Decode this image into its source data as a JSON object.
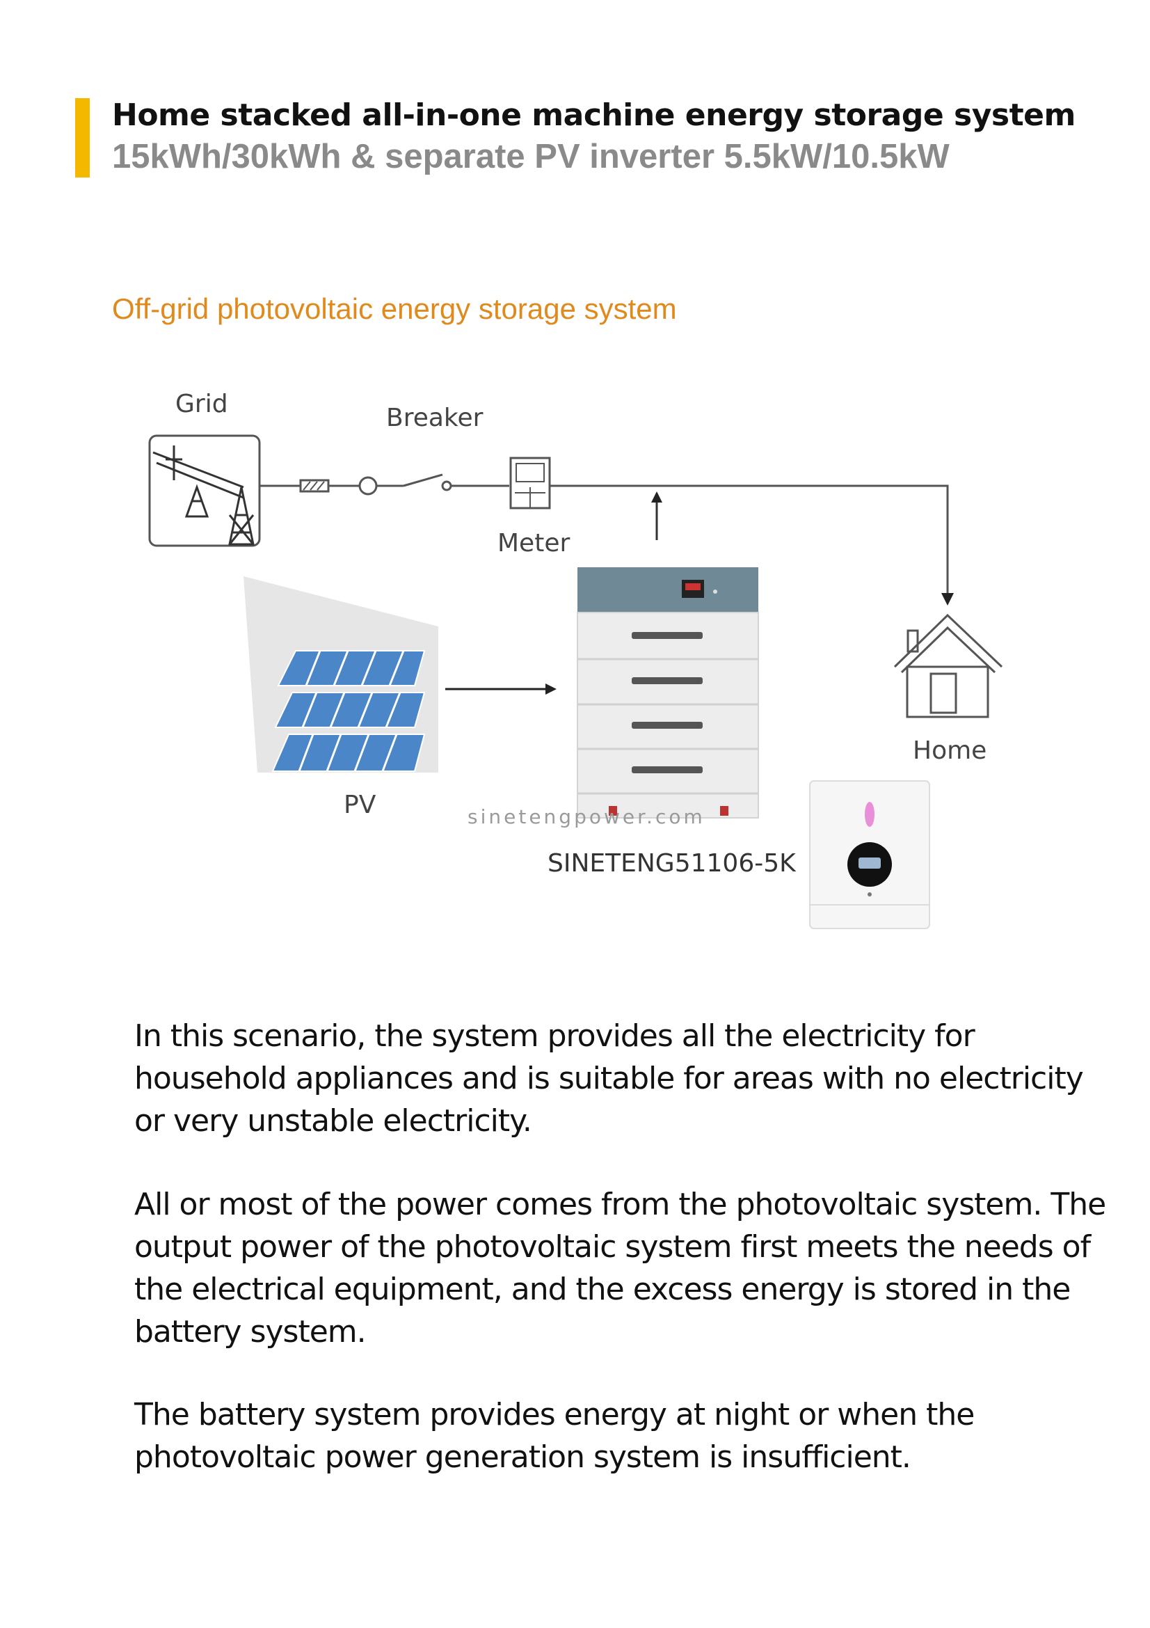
{
  "header": {
    "title": "Home stacked all-in-one machine energy storage system",
    "subtitle": "15kWh/30kWh & separate PV inverter 5.5kW/10.5kW",
    "accent_color": "#f5b800"
  },
  "section": {
    "title": "Off-grid photovoltaic energy storage system",
    "color": "#e08a1e"
  },
  "diagram": {
    "labels": {
      "grid": "Grid",
      "breaker": "Breaker",
      "meter": "Meter",
      "pv": "PV",
      "home": "Home",
      "model": "SINETENG51106-5K",
      "watermark": "sinetengpower.com"
    },
    "icons": [
      "grid-tower-icon",
      "fuse-icon",
      "breaker-switch-icon",
      "meter-icon",
      "solar-panel-icon",
      "battery-stack-icon",
      "house-icon",
      "inverter-icon"
    ]
  },
  "body": {
    "paragraphs": [
      "In this scenario, the system provides all the electricity for household appliances and is suitable for areas with no electricity or very unstable electricity.",
      "All or most of the power comes from the photovoltaic system. The output power of the photovoltaic system first meets the needs of the electrical equipment, and the excess energy is stored in the battery system.",
      "The battery system provides energy at night or when the photovoltaic power generation system is insufficient."
    ]
  }
}
